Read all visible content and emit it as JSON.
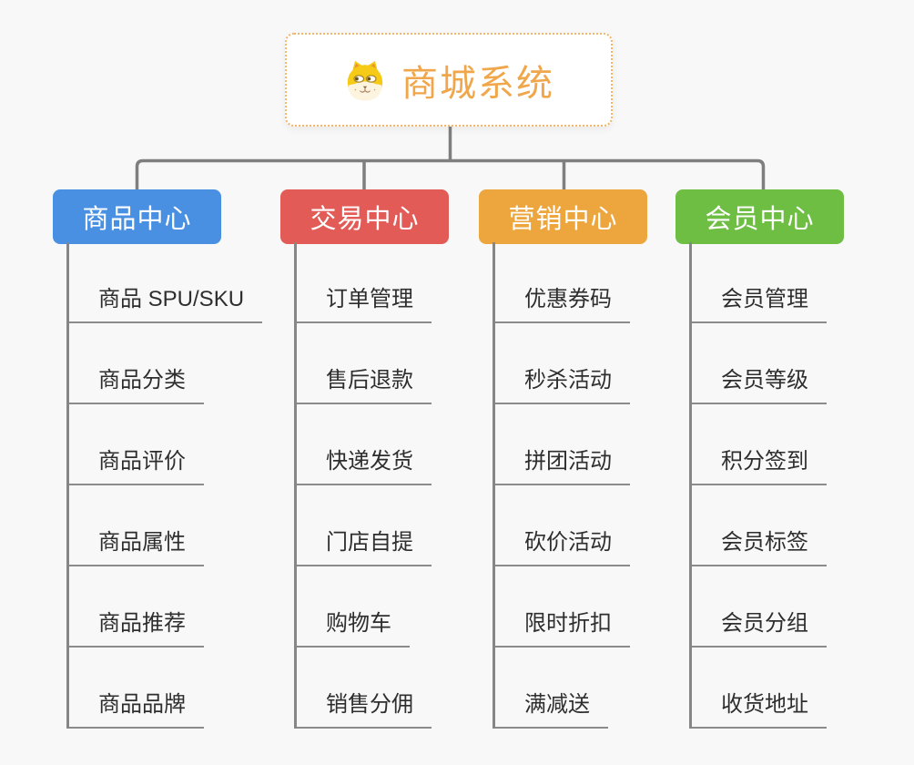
{
  "root": {
    "title": "商城系统",
    "icon": "dog-face-icon",
    "color": "#f0a64a"
  },
  "branches": [
    {
      "label": "商品中心",
      "color": "#4a90e2",
      "items": [
        "商品 SPU/SKU",
        "商品分类",
        "商品评价",
        "商品属性",
        "商品推荐",
        "商品品牌"
      ]
    },
    {
      "label": "交易中心",
      "color": "#e25b57",
      "items": [
        "订单管理",
        "售后退款",
        "快递发货",
        "门店自提",
        "购物车",
        "销售分佣"
      ]
    },
    {
      "label": "营销中心",
      "color": "#eda63e",
      "items": [
        "优惠券码",
        "秒杀活动",
        "拼团活动",
        "砍价活动",
        "限时折扣",
        "满减送"
      ]
    },
    {
      "label": "会员中心",
      "color": "#6ebe44",
      "items": [
        "会员管理",
        "会员等级",
        "积分签到",
        "会员标签",
        "会员分组",
        "收货地址"
      ]
    }
  ],
  "colors": {
    "background": "#f8f8f8",
    "connector": "#7f7f7f",
    "underline": "#8b8b8b",
    "item_text": "#2e2e2e",
    "root_border": "#f3b467"
  }
}
